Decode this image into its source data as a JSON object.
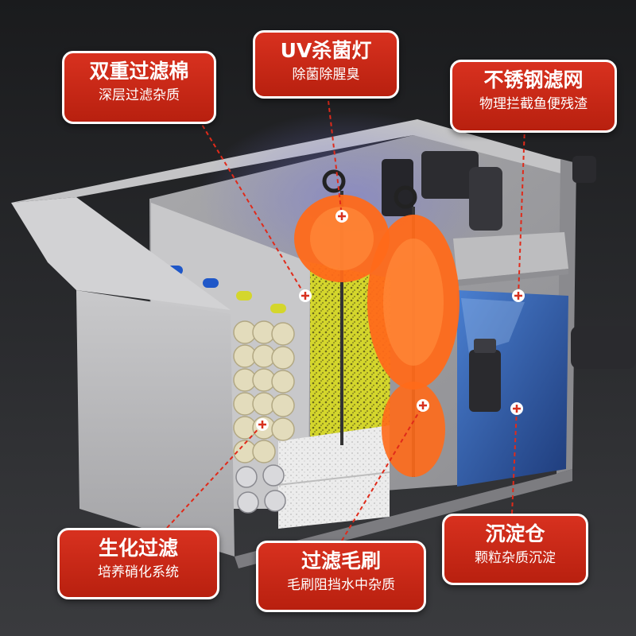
{
  "callouts": [
    {
      "title": "双重过滤棉",
      "subtitle": "深层过滤杂质"
    },
    {
      "title": "UV杀菌灯",
      "subtitle": "除菌除腥臭"
    },
    {
      "title": "不锈钢滤网",
      "subtitle": "物理拦截鱼便残渣"
    },
    {
      "title": "生化过滤",
      "subtitle": "培养硝化系统"
    },
    {
      "title": "过滤毛刷",
      "subtitle": "毛刷阻挡水中杂质"
    },
    {
      "title": "沉淀仓",
      "subtitle": "颗粒杂质沉淀"
    }
  ],
  "colors": {
    "callout_red": "#c8281a",
    "brush_orange": "#ff6a1a",
    "sponge_yellow": "#d6d62a",
    "water_blue": "#2f5fb0",
    "steel": "#b9b9bb"
  }
}
